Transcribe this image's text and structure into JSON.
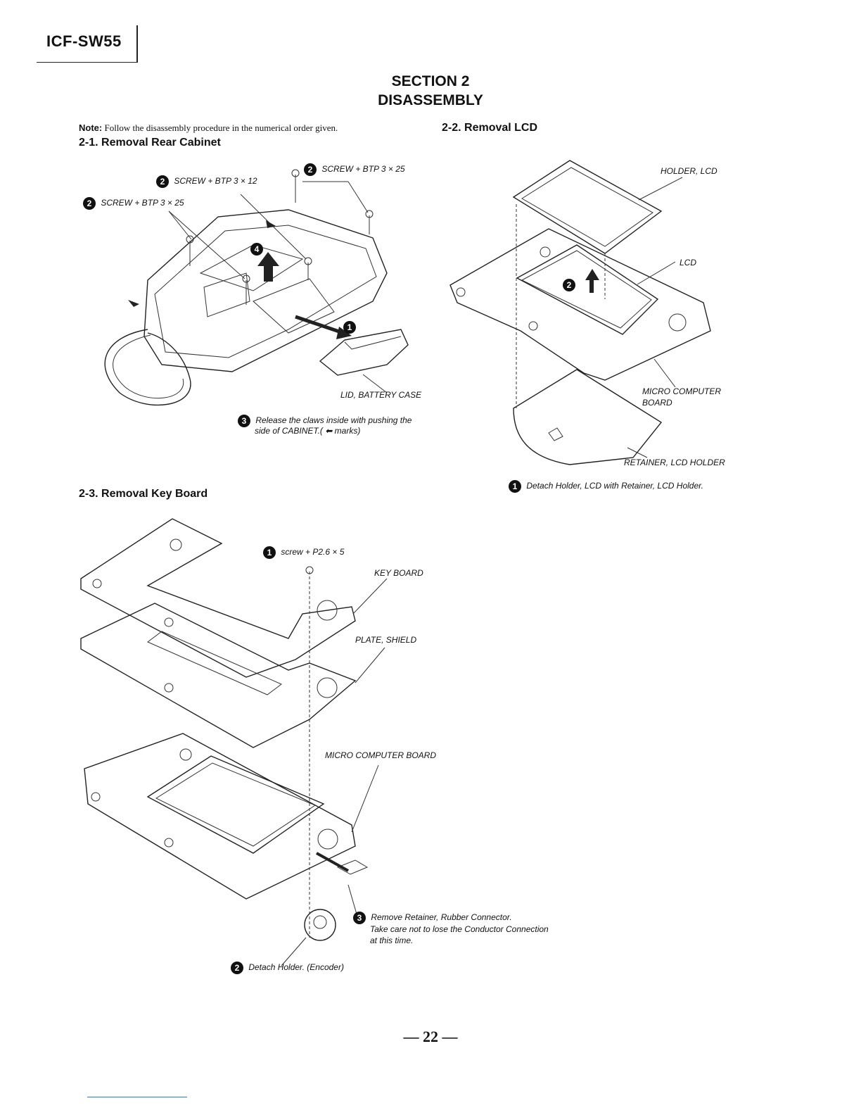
{
  "header": {
    "model": "ICF-SW55"
  },
  "section": {
    "line1": "SECTION 2",
    "line2": "DISASSEMBLY"
  },
  "note": {
    "label": "Note:",
    "text": "Follow the disassembly procedure in the numerical order given."
  },
  "rear_cabinet": {
    "heading": "2-1. Removal Rear Cabinet",
    "screw_top_right": {
      "num": "2",
      "text": "SCREW  + BTP 3 × 25"
    },
    "screw_top_mid": {
      "num": "2",
      "text": "SCREW  + BTP 3 × 12"
    },
    "screw_left": {
      "num": "2",
      "text": "SCREW  + BTP 3 × 25"
    },
    "step1": "1",
    "step4": "4",
    "lid_label": "LID, BATTERY CASE",
    "step3": {
      "num": "3",
      "line1": "Release the claws inside with pushing the",
      "line2": "side of CABINET.( ⬅ marks)"
    }
  },
  "lcd": {
    "heading": "2-2. Removal LCD",
    "holder_label": "HOLDER, LCD",
    "lcd_label": "LCD",
    "step2": "2",
    "mcb_label_line1": "MICRO COMPUTER",
    "mcb_label_line2": "BOARD",
    "retainer_label": "RETAINER, LCD HOLDER",
    "step1": {
      "num": "1",
      "text": "Detach Holder, LCD with Retainer, LCD Holder."
    }
  },
  "key_board": {
    "heading": "2-3. Removal Key Board",
    "screw": {
      "num": "1",
      "text": "screw  + P2.6 × 5"
    },
    "keyboard_label": "KEY BOARD",
    "plate_label": "PLATE, SHIELD",
    "mcb_label": "MICRO COMPUTER BOARD",
    "step3": {
      "num": "3",
      "line1": "Remove Retainer, Rubber Connector.",
      "line2": "Take care not to lose the Conductor Connection",
      "line3": "at this time."
    },
    "step2": {
      "num": "2",
      "text": "Detach Holder. (Encoder)"
    }
  },
  "footer": {
    "page": "— 22 —"
  }
}
